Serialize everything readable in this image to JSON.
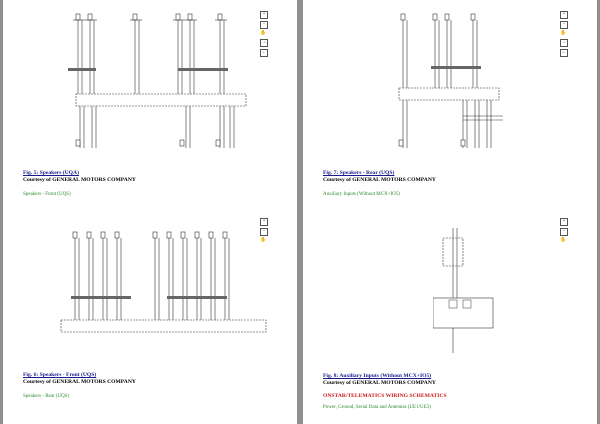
{
  "pages": [
    {
      "figures": [
        {
          "title": "Fig. 5: Speakers (UQA)",
          "courtesy": "Courtesy of GENERAL MOTORS COMPANY",
          "next_section": "Speakers - Front (UQS)"
        },
        {
          "title": "Fig. 6: Speakers - Front (UQS)",
          "courtesy": "Courtesy of GENERAL MOTORS COMPANY",
          "next_section": "Speakers - Rear (UQS)"
        }
      ]
    },
    {
      "figures": [
        {
          "title": "Fig. 7: Speakers - Rear (UQS)",
          "courtesy": "Courtesy of GENERAL MOTORS COMPANY",
          "next_section": "Auxiliary Inputs (Without MCX+IO5)"
        },
        {
          "title": "Fig. 8: Auxiliary Inputs (Without MCX+IO5)",
          "courtesy": "Courtesy of GENERAL MOTORS COMPANY",
          "section_heading": "ONSTAR/TELEMATICS WIRING SCHEMATICS",
          "next_section": "Power, Ground, Serial Data and Antennas (UE1/UE3)"
        }
      ]
    }
  ],
  "icons": [
    "zoom-in-icon",
    "zoom-out-icon",
    "hand-icon",
    "next-page-icon",
    "prev-page-icon"
  ]
}
